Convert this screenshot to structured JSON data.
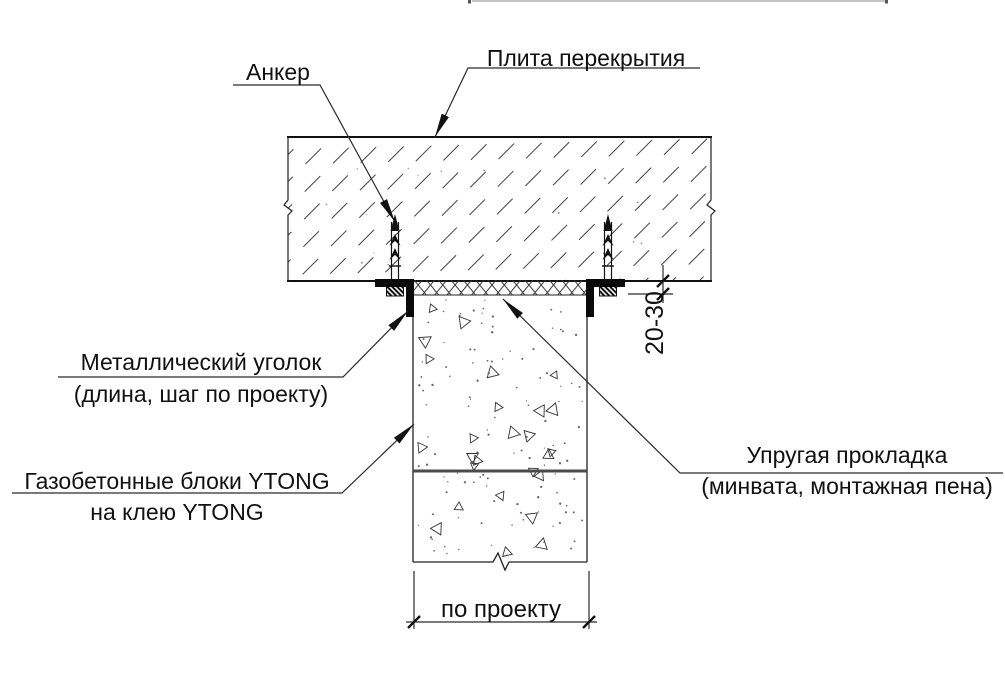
{
  "drawing": {
    "callouts": {
      "anchor": "Анкер",
      "slab": "Плита перекрытия",
      "angle_line1": "Металлический уголок",
      "angle_line2": "(длина, шаг по проекту)",
      "blocks_line1": "Газобетонные блоки YTONG",
      "blocks_line2": "на клею YTONG",
      "gasket_line1": "Упругая прокладка",
      "gasket_line2": "(минвата, монтажная пена)"
    },
    "dimensions": {
      "wall_width": "по проекту",
      "gasket_thickness": "20-30"
    },
    "colors": {
      "line": "#1a1a1a",
      "hatch": "#404040",
      "joint_line": "#4a4a4a",
      "background": "#ffffff"
    }
  }
}
